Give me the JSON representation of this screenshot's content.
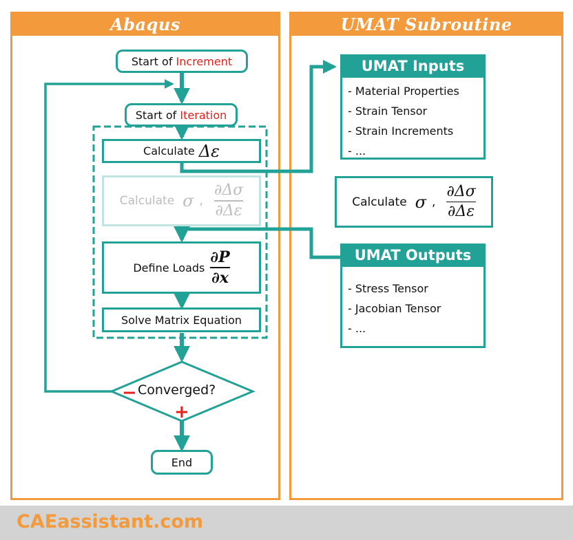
{
  "left_panel": {
    "title": "Abaqus"
  },
  "right_panel": {
    "title": "UMAT Subroutine"
  },
  "flow": {
    "start_increment": {
      "prefix": "Start of ",
      "highlight": "Increment"
    },
    "start_iteration": {
      "prefix": "Start of ",
      "highlight": "Iteration"
    },
    "calc_delta": {
      "label": "Calculate",
      "symbol": "Δε"
    },
    "calc_sigma": {
      "label": "Calculate",
      "symbol": "σ",
      "sep": ",",
      "num": "∂Δσ",
      "den": "∂Δε"
    },
    "define_loads": {
      "label": "Define Loads",
      "num": "∂P",
      "den": "∂x"
    },
    "solve": {
      "label": "Solve Matrix Equation"
    },
    "converged": {
      "label": "Converged?",
      "minus": "−",
      "plus": "+"
    },
    "end": {
      "label": "End"
    }
  },
  "umat": {
    "inputs": {
      "title": "UMAT Inputs",
      "items": [
        "- Material Properties",
        "- Strain Tensor",
        "- Strain Increments",
        "- ..."
      ]
    },
    "calc": {
      "label": "Calculate",
      "symbol": "σ",
      "sep": ",",
      "num": "∂Δσ",
      "den": "∂Δε"
    },
    "outputs": {
      "title": "UMAT Outputs",
      "items": [
        "- Stress Tensor",
        "- Jacobian Tensor",
        "- ..."
      ]
    }
  },
  "footer": {
    "text": "CAEassistant.com"
  },
  "colors": {
    "orange": "#f29a3c",
    "teal": "#22a196",
    "red": "#e3201b",
    "footer_bg": "#d3d3d3"
  }
}
